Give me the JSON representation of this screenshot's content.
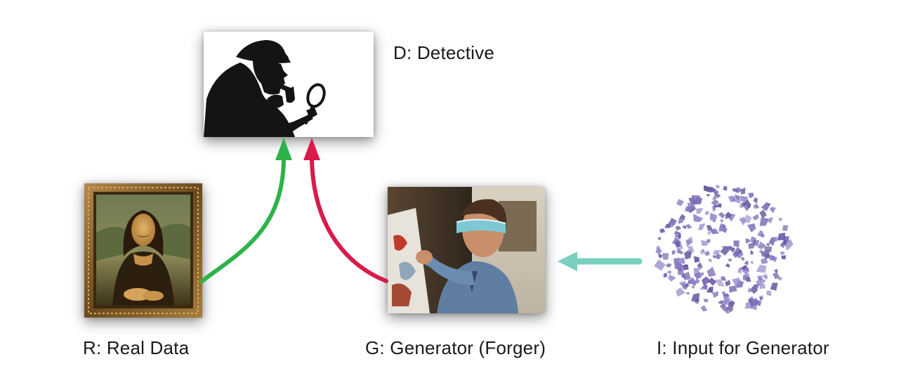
{
  "nodes": {
    "detective": {
      "label": "D: Detective",
      "icon": "detective-silhouette-icon"
    },
    "real_data": {
      "label": "R: Real Data",
      "icon": "mona-lisa-painting-icon"
    },
    "generator": {
      "label": "G: Generator (Forger)",
      "icon": "blindfolded-painter-icon"
    },
    "input": {
      "label": "I: Input for Generator",
      "icon": "random-noise-cloud-icon"
    }
  },
  "edges": [
    {
      "from": "real_data",
      "to": "detective",
      "color": "#2eb34a"
    },
    {
      "from": "generator",
      "to": "detective",
      "color": "#d81b4b"
    },
    {
      "from": "input",
      "to": "generator",
      "color": "#79cfc0"
    }
  ]
}
